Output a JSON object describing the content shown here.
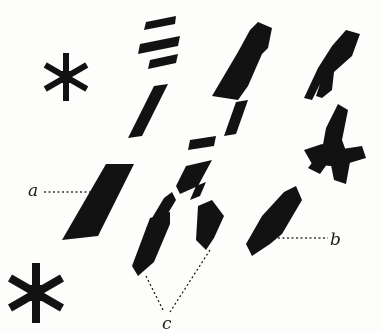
{
  "figure": {
    "labels": {
      "a": "a",
      "b": "b",
      "c": "c"
    },
    "ink_color": "#121212",
    "paper_color": "#fdfdfb"
  },
  "shapes": [
    {
      "name": "six-point-star-small",
      "kind": "star"
    },
    {
      "name": "six-point-star-large",
      "kind": "star"
    },
    {
      "name": "stroke-fragment",
      "kind": "parallelogram"
    },
    {
      "name": "crystal-fragment",
      "kind": "irregular"
    },
    {
      "name": "cross-crystal",
      "kind": "twinned"
    }
  ]
}
